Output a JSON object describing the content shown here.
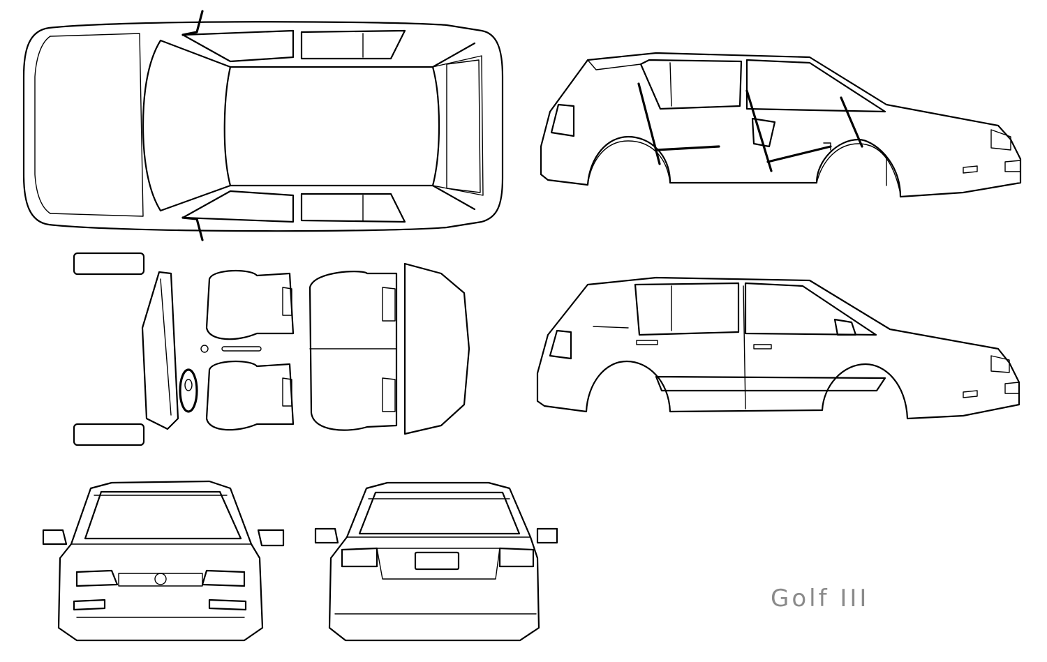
{
  "caption": "Golf III",
  "colors": {
    "line": "#000000",
    "caption": "#8a8a8a",
    "background": "#ffffff"
  },
  "views": [
    {
      "name": "top-view"
    },
    {
      "name": "side-view-interior"
    },
    {
      "name": "side-view-exterior"
    },
    {
      "name": "front-view"
    },
    {
      "name": "rear-view"
    },
    {
      "name": "interior-parts"
    }
  ]
}
